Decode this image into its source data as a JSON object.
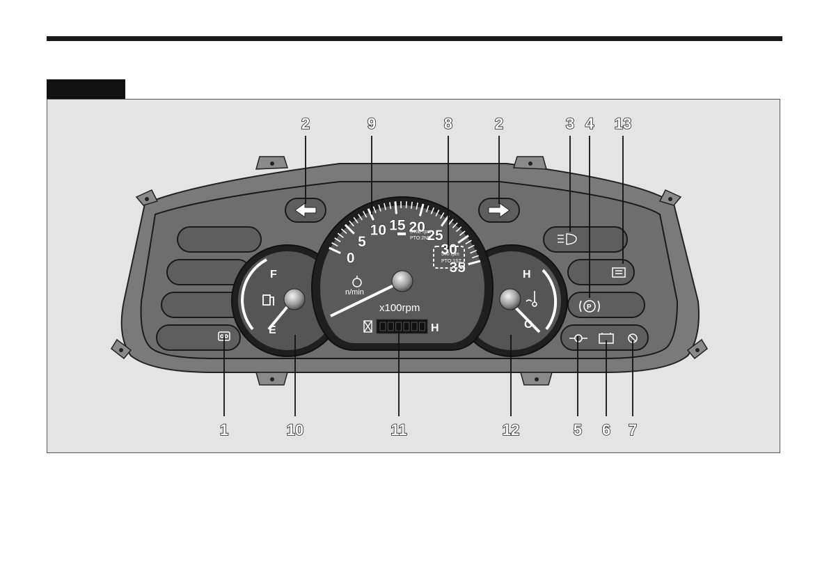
{
  "tachometer": {
    "scale": [
      "0",
      "5",
      "10",
      "15",
      "20",
      "25",
      "30",
      "35"
    ],
    "unit": "x100rpm",
    "sub_unit": "n/min",
    "pto_note_1": "540E rpm",
    "pto_note_2": "PTO:2ND",
    "pto_note_3": "540 rpm",
    "pto_note_4": "PTO:1ST"
  },
  "fuel_gauge": {
    "full_label": "F",
    "empty_label": "E"
  },
  "temp_gauge": {
    "hot_label": "H",
    "cold_label": "C"
  },
  "hour_meter": {
    "unit": "H"
  },
  "callouts": {
    "top": [
      "2",
      "9",
      "8",
      "2",
      "3",
      "4",
      "13"
    ],
    "bottom": [
      "1",
      "10",
      "11",
      "12",
      "5",
      "6",
      "7"
    ]
  },
  "icons": {
    "left_turn": "arrow-left-icon",
    "right_turn": "arrow-right-icon",
    "high_beam": "high-beam-icon",
    "parking_brake": "parking-brake-icon",
    "glow_plug": "glow-plug-icon",
    "oil_pressure": "oil-pressure-icon",
    "battery": "battery-icon",
    "coolant": "coolant-temperature-icon",
    "fuel": "fuel-pump-icon",
    "fan": "fan-icon"
  }
}
